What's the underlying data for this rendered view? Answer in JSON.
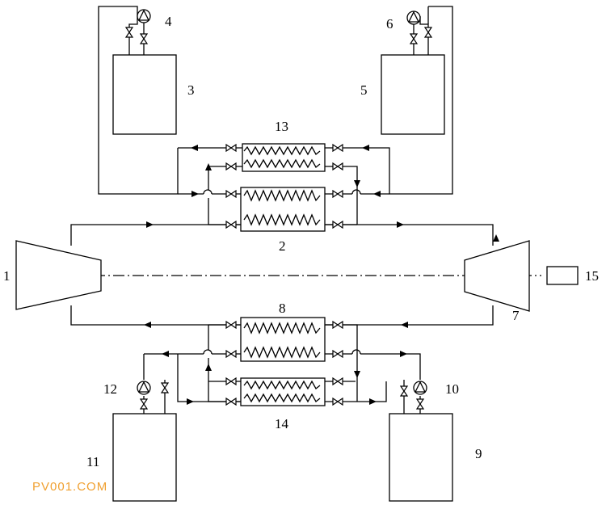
{
  "labels": {
    "l1": "1",
    "l2": "2",
    "l3": "3",
    "l4": "4",
    "l5": "5",
    "l6": "6",
    "l7": "7",
    "l8": "8",
    "l9": "9",
    "l10": "10",
    "l11": "11",
    "l12": "12",
    "l13": "13",
    "l14": "14",
    "l15": "15"
  },
  "watermark": "PV001.COM",
  "colors": {
    "line": "#000000",
    "watermark": "#f0a030",
    "background": "#ffffff"
  }
}
